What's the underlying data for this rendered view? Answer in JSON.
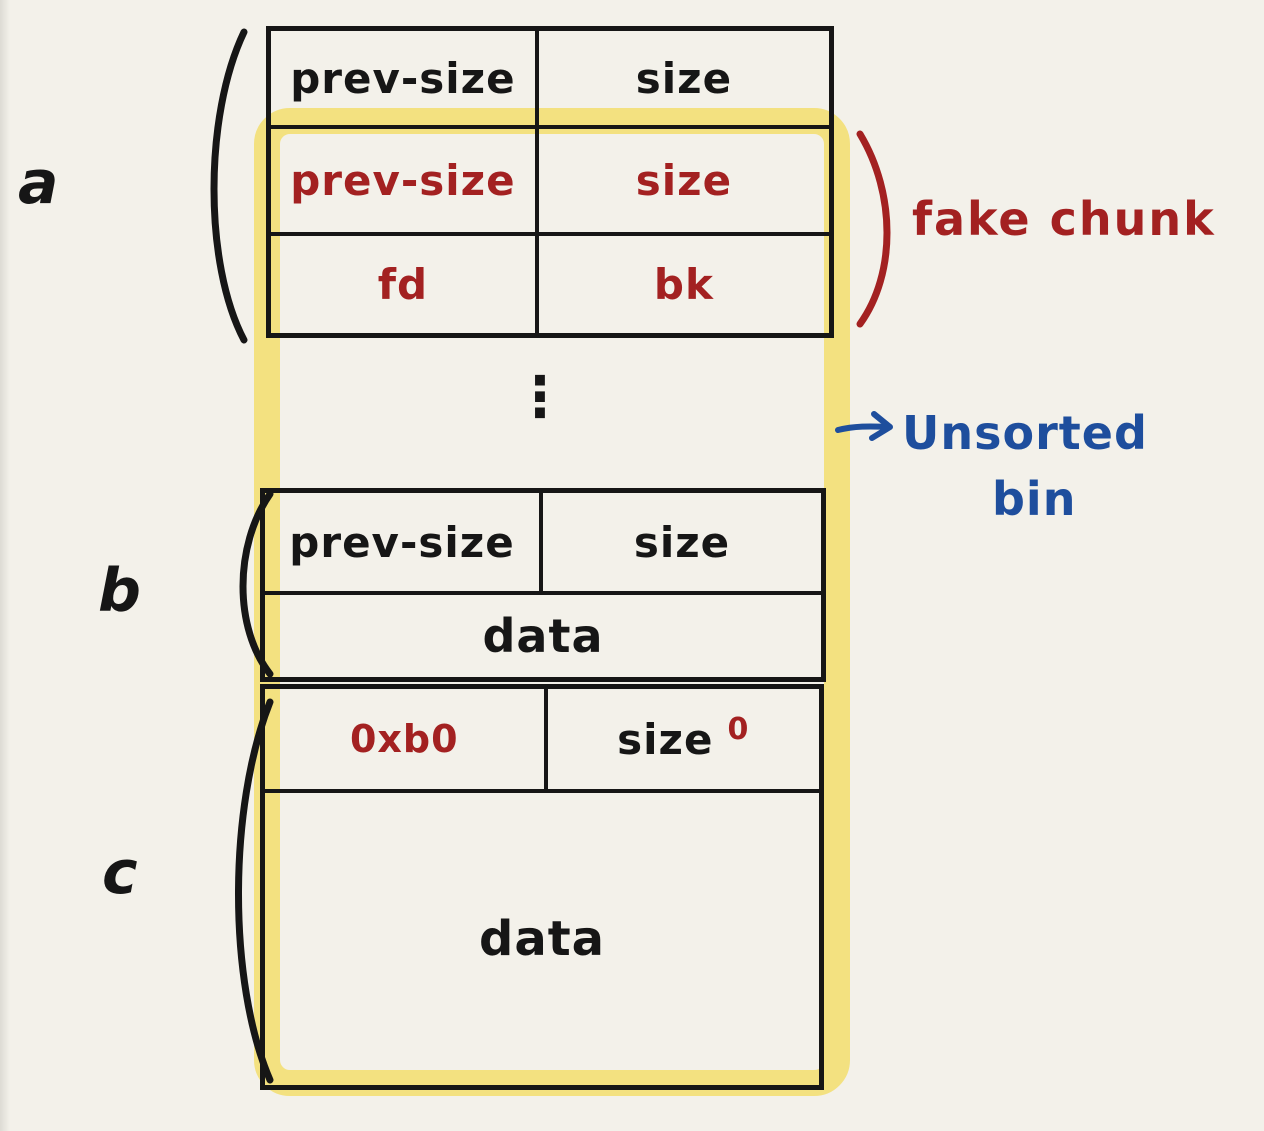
{
  "colors": {
    "ink": "#161616",
    "red": "#a32121",
    "blue": "#1e4e9d",
    "highlight": "#f2dd61",
    "paper": "#f3f1ea"
  },
  "chunk_a": {
    "label": "a",
    "header_row": {
      "left": "prev-size",
      "right": "size"
    },
    "fake_row1": {
      "left": "prev-size",
      "right": "size"
    },
    "fake_row2": {
      "left": "fd",
      "right": "bk"
    }
  },
  "chunk_b": {
    "label": "b",
    "header_row": {
      "left": "prev-size",
      "right": "size"
    },
    "data_row": "data"
  },
  "chunk_c": {
    "label": "c",
    "header_row": {
      "left": "0xb0",
      "right": "size",
      "right_flag": "0"
    },
    "data_row": "data"
  },
  "annotations": {
    "fake_chunk": "fake chunk",
    "unsorted_bin_line1": "Unsorted",
    "unsorted_bin_line2": "bin",
    "ellipsis": "⋮"
  }
}
